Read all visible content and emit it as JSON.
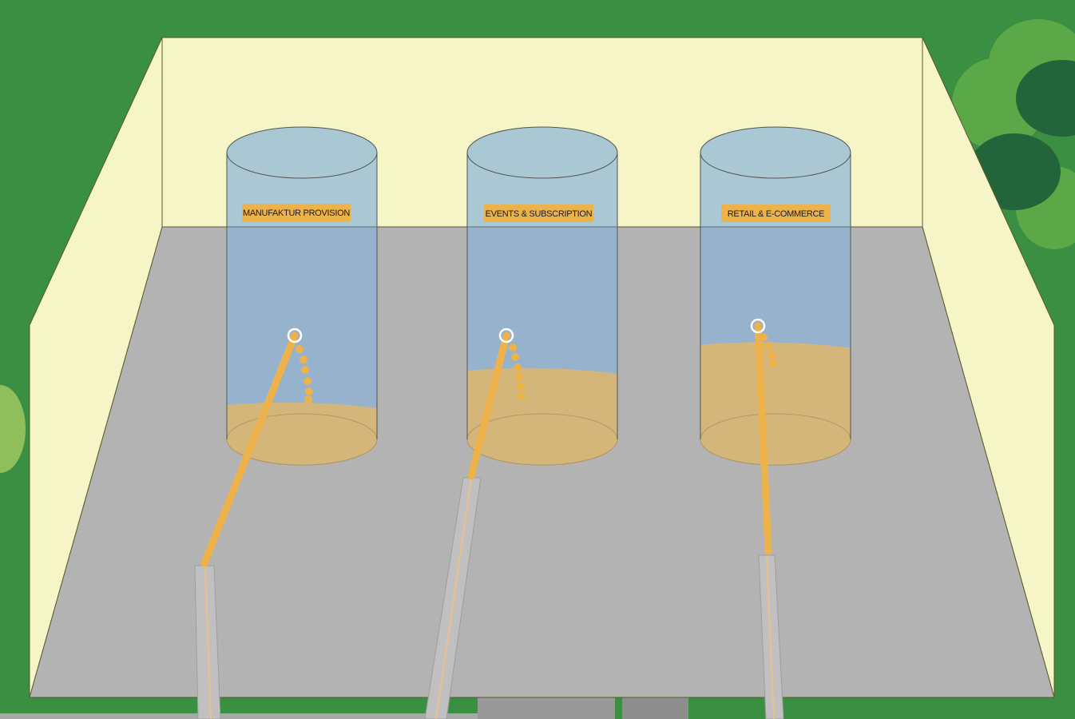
{
  "colors": {
    "grass": "#3a8f42",
    "tree_light": "#5aa847",
    "tree_dark": "#24643a",
    "bush_left": "#8fbf5a",
    "wall": "#f5f5c8",
    "floor": "#b3b3b3",
    "outline": "#5a5a2a",
    "tank_top": "#a9c8d4",
    "tank_body": "#97b2cc",
    "tank_fill": "#d4b67a",
    "pipe": "#eeb24a",
    "tube": "#bdbdbd",
    "road": "#8e8e8e",
    "label_bg": "#eeb24a"
  },
  "tanks": [
    {
      "label": "MANUFAKTUR PROVISION",
      "fill_level": 0.12
    },
    {
      "label": "EVENTS & SUBSCRIPTION",
      "fill_level": 0.24
    },
    {
      "label": "RETAIL & E-COMMERCE",
      "fill_level": 0.33
    }
  ]
}
